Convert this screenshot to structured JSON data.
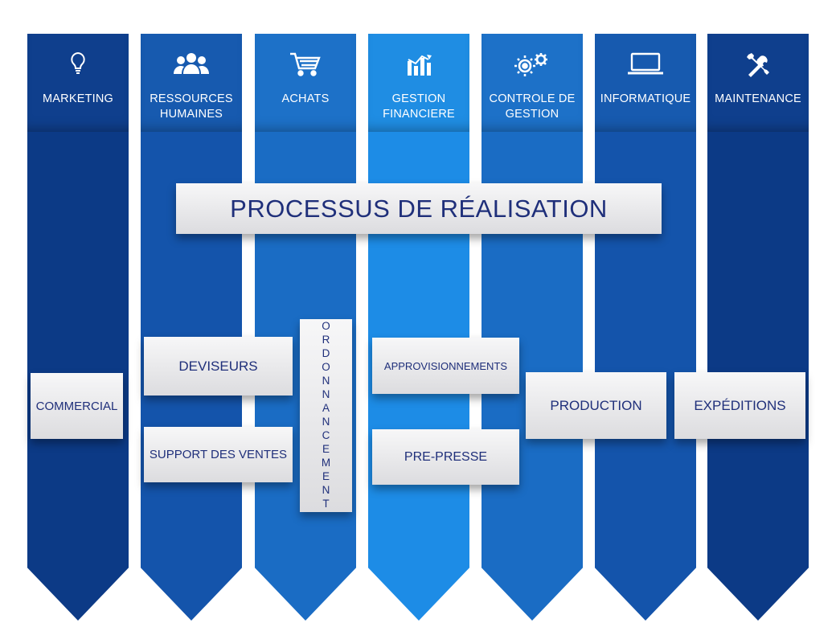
{
  "columns": [
    {
      "label": "MARKETING",
      "icon": "lightbulb-icon",
      "color": "#0c3a86"
    },
    {
      "label": "RESSOURCES\nHUMAINES",
      "icon": "people-icon",
      "color": "#1454ab"
    },
    {
      "label": "ACHATS",
      "icon": "cart-icon",
      "color": "#1a6cc4"
    },
    {
      "label": "GESTION\nFINANCIERE",
      "icon": "bar-chart-icon",
      "color": "#1d8ce6"
    },
    {
      "label": "CONTROLE DE\nGESTION",
      "icon": "gears-icon",
      "color": "#1a6cc4"
    },
    {
      "label": "INFORMATIQUE",
      "icon": "laptop-icon",
      "color": "#1454ab"
    },
    {
      "label": "MAINTENANCE",
      "icon": "tools-icon",
      "color": "#0c3a86"
    }
  ],
  "title": "PROCESSUS DE RÉALISATION",
  "boxes": {
    "commercial": "COMMERCIAL",
    "deviseurs": "DEVISEURS",
    "support": "SUPPORT DES VENTES",
    "ordonnancement": "ORDONNANCEMENT",
    "approvisionnements": "APPROVISIONNEMENTS",
    "prepresse": "PRE-PRESSE",
    "production": "PRODUCTION",
    "expeditions": "EXPÉDITIONS"
  }
}
